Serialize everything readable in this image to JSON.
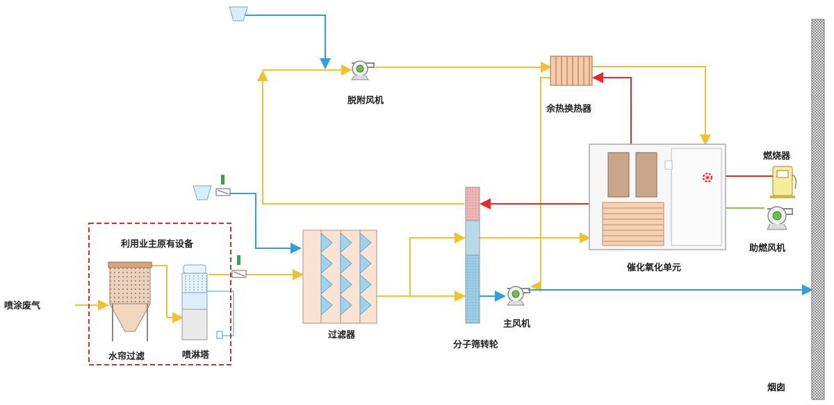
{
  "labels": {
    "inlet": "喷涂废气",
    "existing_box": "利用业主原有设备",
    "water_curtain": "水帘过滤",
    "spray_tower": "喷淋塔",
    "filter": "过滤器",
    "rotor": "分子筛转轮",
    "main_fan": "主风机",
    "desorb_fan": "脱附风机",
    "heat_exchanger": "余热换热器",
    "catalytic_unit": "催化氧化单元",
    "burner": "燃烧器",
    "combustion_fan": "助燃风机",
    "chimney": "烟囱"
  },
  "colors": {
    "yellow_line": "#f2c12e",
    "blue_line": "#2f9fe0",
    "red_line": "#e8282b",
    "green_line": "#8cc63f",
    "dashed_box": "#c0392b"
  }
}
